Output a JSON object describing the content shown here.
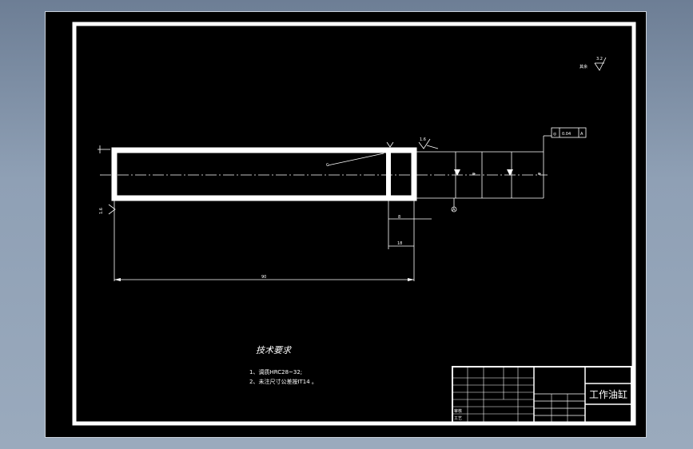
{
  "drawing": {
    "roughness_label": "其余",
    "roughness_value": "3.2",
    "tolerance_symbol": "◎",
    "tolerance_value": "0.04",
    "tolerance_datum": "A",
    "left_roughness": "1.6",
    "top_roughness": "1.6",
    "datum_label": "A",
    "overall_length": "90"
  },
  "tech_requirements": {
    "title": "技术要求",
    "notes": [
      "1、调质HRC28~32;",
      "2、未注尺寸公差按IT14    。"
    ]
  },
  "title_block": {
    "part_name": "工作油缸",
    "row_labels": [
      "审核",
      "工艺"
    ]
  }
}
